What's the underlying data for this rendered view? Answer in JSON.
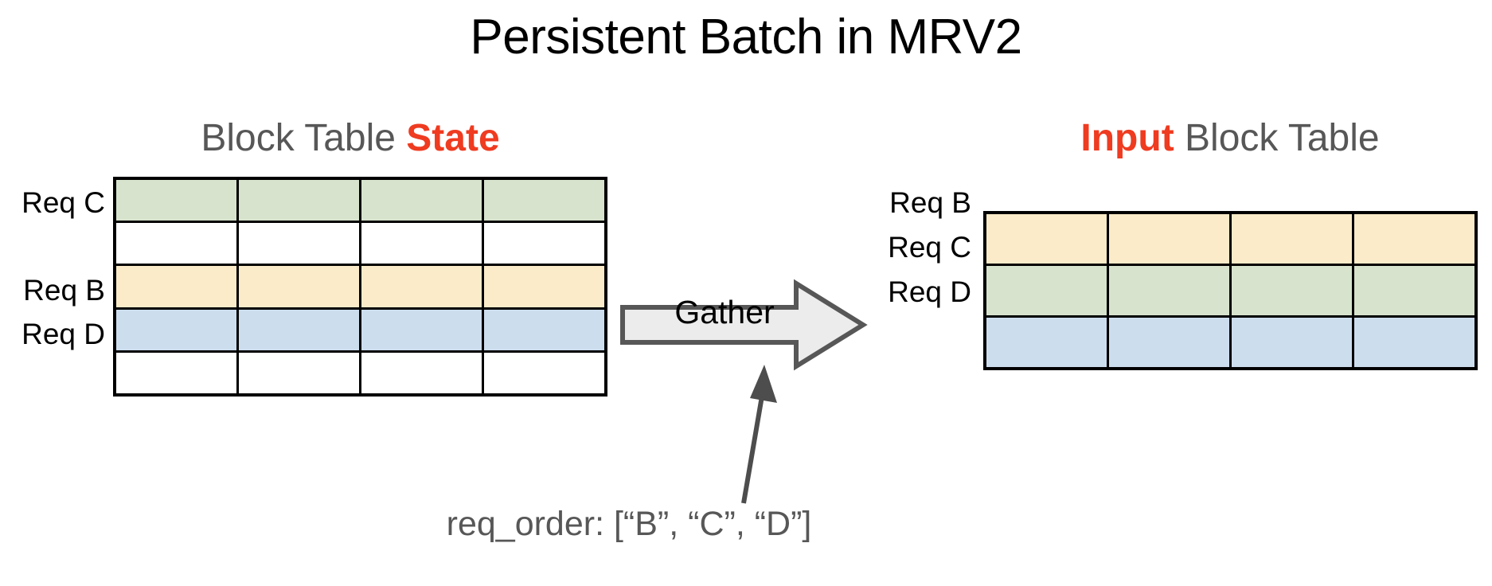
{
  "slide": {
    "title": "Persistent Batch in MRV2",
    "accent_color": "#ef3b20",
    "heading_color": "#575757",
    "background": "#ffffff"
  },
  "legend_colors": {
    "req_b": "#fbebc8",
    "req_c": "#d7e3cd",
    "req_d": "#ccddee",
    "empty": "#ffffff"
  },
  "left_panel": {
    "heading_prefix": "Block Table ",
    "heading_accent": "State",
    "columns": 4,
    "rows": [
      {
        "label": "Req C",
        "color_key": "req_c",
        "cells": [
          "",
          "",
          "",
          ""
        ]
      },
      {
        "label": "",
        "color_key": "empty",
        "cells": [
          "",
          "",
          "",
          ""
        ]
      },
      {
        "label": "Req B",
        "color_key": "req_b",
        "cells": [
          "",
          "",
          "",
          ""
        ]
      },
      {
        "label": "Req D",
        "color_key": "req_d",
        "cells": [
          "",
          "",
          "",
          ""
        ]
      },
      {
        "label": "",
        "color_key": "empty",
        "cells": [
          "",
          "",
          "",
          ""
        ]
      }
    ],
    "labels": [
      "Req C",
      "",
      "Req B",
      "Req D",
      ""
    ]
  },
  "right_panel": {
    "heading_accent": "Input",
    "heading_suffix": " Block Table",
    "columns": 4,
    "rows": [
      {
        "label": "Req B",
        "color_key": "req_b",
        "cells": [
          "",
          "",
          "",
          ""
        ]
      },
      {
        "label": "Req C",
        "color_key": "req_c",
        "cells": [
          "",
          "",
          "",
          ""
        ]
      },
      {
        "label": "Req D",
        "color_key": "req_d",
        "cells": [
          "",
          "",
          "",
          ""
        ]
      }
    ],
    "labels": [
      "Req B",
      "Req C",
      "Req D"
    ]
  },
  "operation": {
    "arrow_label": "Gather",
    "arrow_fill": "#ececec",
    "arrow_stroke": "#575757",
    "direction": "right"
  },
  "annotation": {
    "caption": "req_order: [“B”, “C”, “D”]",
    "pointer_color": "#4d4d4d",
    "points_to": "gather-arrow"
  }
}
